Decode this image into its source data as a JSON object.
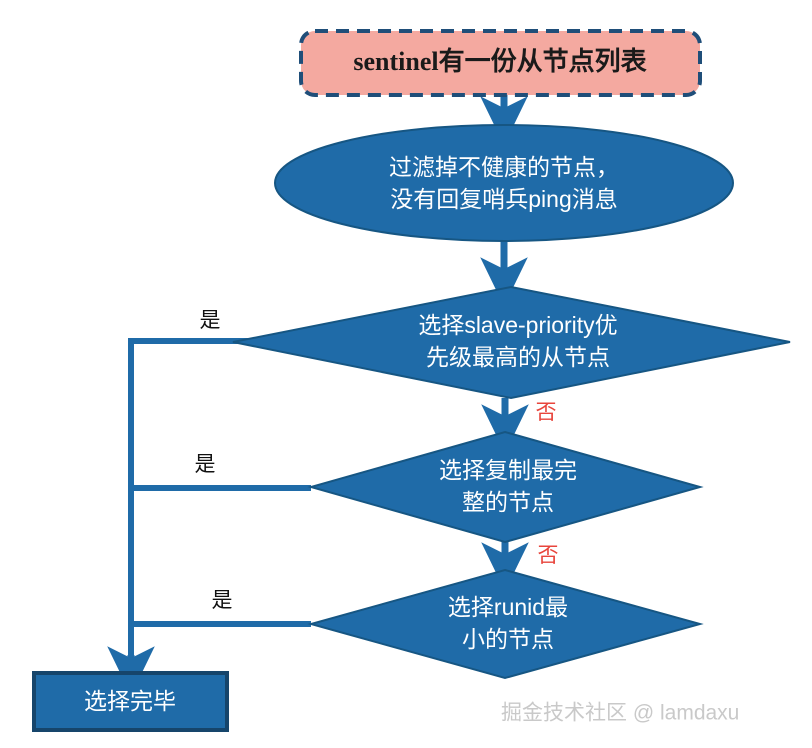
{
  "diagram": {
    "title": "Redis Sentinel slave selection flow",
    "colors": {
      "node_fill_blue": "#1F6BA8",
      "node_stroke_blue": "#165683",
      "start_fill_pink": "#F4A9A0",
      "start_stroke_blue": "#1F4E79",
      "connector_blue": "#1F6BA8",
      "label_no_red": "#E8453C",
      "label_yes_black": "#111111",
      "watermark_gray": "#C9C9C9",
      "background": "#FFFFFF"
    },
    "nodes": [
      {
        "id": "start",
        "shape": "rounded-rect-dashed",
        "lines": [
          "sentinel有一份从节点列表"
        ]
      },
      {
        "id": "filter",
        "shape": "ellipse",
        "lines": [
          "过滤掉不健康的节点，",
          "没有回复哨兵ping消息"
        ]
      },
      {
        "id": "decision-priority",
        "shape": "diamond",
        "lines": [
          "选择slave-priority优",
          "先级最高的从节点"
        ]
      },
      {
        "id": "decision-offset",
        "shape": "diamond",
        "lines": [
          "选择复制最完",
          "整的节点"
        ]
      },
      {
        "id": "decision-runid",
        "shape": "diamond",
        "lines": [
          "选择runid最",
          "小的节点"
        ]
      },
      {
        "id": "end",
        "shape": "rect",
        "lines": [
          "选择完毕"
        ]
      }
    ],
    "edge_labels": {
      "yes": "是",
      "no": "否"
    },
    "edges": [
      {
        "from": "start",
        "to": "filter",
        "label": ""
      },
      {
        "from": "filter",
        "to": "decision-priority",
        "label": ""
      },
      {
        "from": "decision-priority",
        "to": "decision-offset",
        "label": "否"
      },
      {
        "from": "decision-priority",
        "to": "end",
        "label": "是"
      },
      {
        "from": "decision-offset",
        "to": "decision-runid",
        "label": "否"
      },
      {
        "from": "decision-offset",
        "to": "end",
        "label": "是"
      },
      {
        "from": "decision-runid",
        "to": "end",
        "label": "是"
      }
    ],
    "watermark": "掘金技术社区 @ lamdaxu"
  }
}
